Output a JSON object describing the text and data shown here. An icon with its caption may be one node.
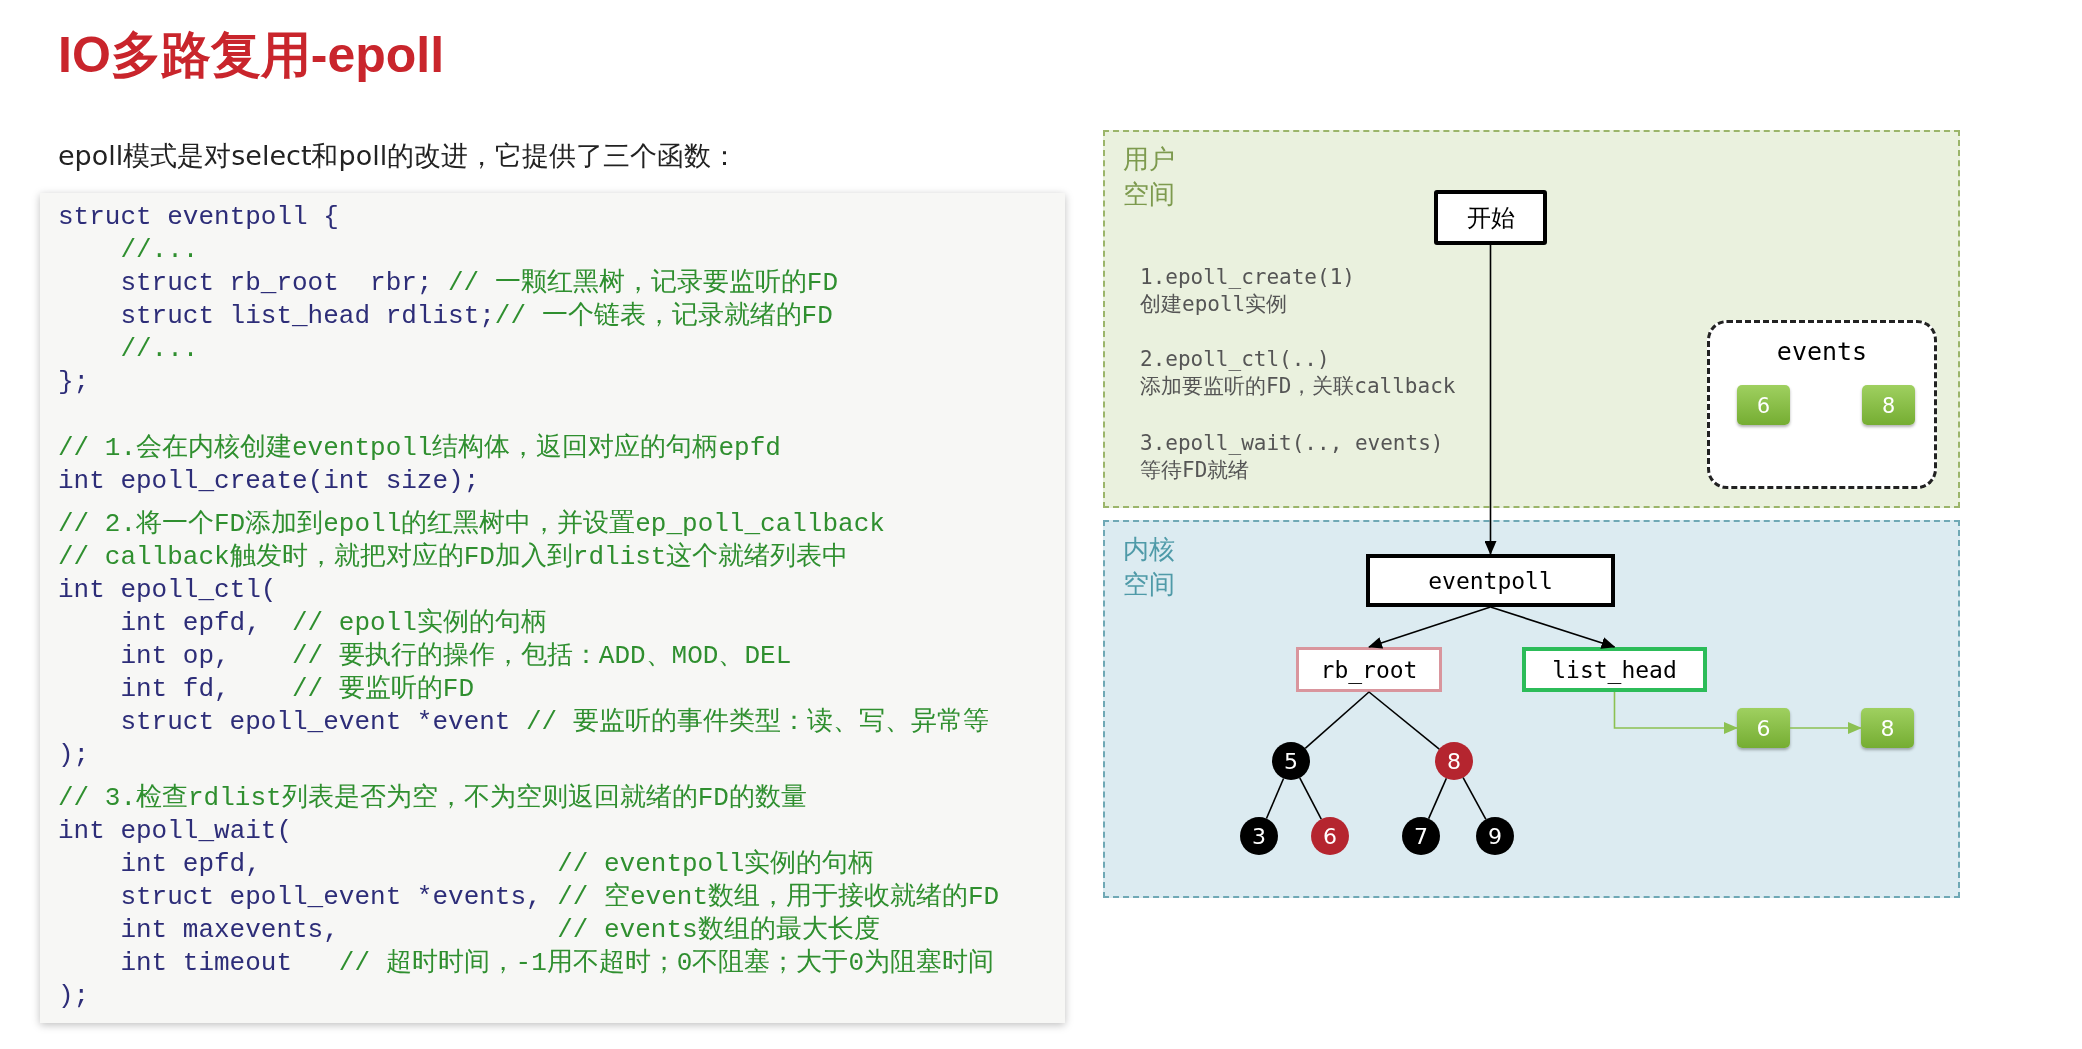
{
  "diagram": {
    "title": "IO多路复用-epoll",
    "nodes": [
      {
        "text": [
          "用户空间",
          "1.epoll_create(1) 创建epoll实例",
          "2.epoll_ctl(..) 添加要监听的FD，关联callback",
          "3.epoll_wait(.., events) 等待FD就绪"
        ]
      },
      {
        "text": [
          "开始"
        ],
        "in": 0
      },
      {
        "text": [
          "events"
        ],
        "in": 0
      },
      {
        "text": [
          "6"
        ],
        "in": 2
      },
      {
        "text": [
          "8"
        ],
        "in": 2
      },
      {
        "text": [
          "内核空间"
        ]
      },
      {
        "text": [
          "eventpoll"
        ],
        "in": 5
      },
      {
        "text": [
          "rb_root"
        ],
        "in": 5
      },
      {
        "text": [
          "list_head"
        ],
        "in": 5
      },
      {
        "text": [
          "5"
        ],
        "in": 5
      },
      {
        "text": [
          "8"
        ],
        "in": 5
      },
      {
        "text": [
          "3"
        ],
        "in": 5
      },
      {
        "text": [
          "6"
        ],
        "in": 5
      },
      {
        "text": [
          "7"
        ],
        "in": 5
      },
      {
        "text": [
          "9"
        ],
        "in": 5
      },
      {
        "text": [
          "6"
        ],
        "in": 5
      },
      {
        "text": [
          "8"
        ],
        "in": 5
      }
    ],
    "edges": [
      {
        "from": 1,
        "to": 6,
        "arrow": "to"
      },
      {
        "from": 6,
        "to": 7,
        "arrow": "to"
      },
      {
        "from": 6,
        "to": 8,
        "arrow": "to"
      },
      {
        "from": 7,
        "to": 9,
        "arrow": "none"
      },
      {
        "from": 7,
        "to": 10,
        "arrow": "none"
      },
      {
        "from": 9,
        "to": 11,
        "arrow": "none"
      },
      {
        "from": 9,
        "to": 12,
        "arrow": "none"
      },
      {
        "from": 10,
        "to": 13,
        "arrow": "none"
      },
      {
        "from": 10,
        "to": 14,
        "arrow": "none"
      },
      {
        "from": 8,
        "to": 15,
        "arrow": "to",
        "color": "#8cc152"
      },
      {
        "from": 15,
        "to": 16,
        "arrow": "to",
        "color": "#8cc152"
      }
    ],
    "labels": [
      "epoll模式是对select和poll的改进，它提供了三个函数：",
      "struct eventpoll {",
      "//...",
      "struct rb_root  rbr;",
      "// 一颗红黑树，记录要监听的FD",
      "struct list_head rdlist;",
      "// 一个链表，记录就绪的FD",
      "//...",
      "};",
      "// 1.会在内核创建eventpoll结构体，返回对应的句柄epfd",
      "int epoll_create(int size);",
      "// 2.将一个FD添加到epoll的红黑树中，并设置ep_poll_callback",
      "// callback触发时，就把对应的FD加入到rdlist这个就绪列表中",
      "int epoll_ctl(",
      "int epfd,",
      "// epoll实例的句柄",
      "int op,",
      "// 要执行的操作，包括：ADD、MOD、DEL",
      "int fd,",
      "// 要监听的FD",
      "struct epoll_event *event",
      "// 要监听的事件类型：读、写、异常等",
      ");",
      "// 3.检查rdlist列表是否为空，不为空则返回就绪的FD的数量",
      "int epoll_wait(",
      "int epfd,",
      "// eventpoll实例的句柄",
      "struct epoll_event *events,",
      "// 空event数组，用于接收就绪的FD",
      "int maxevents,",
      "// events数组的最大长度",
      "int timeout",
      "// 超时时间，-1用不超时；0不阻塞；大于0为阻塞时间",
      ");"
    ]
  }
}
